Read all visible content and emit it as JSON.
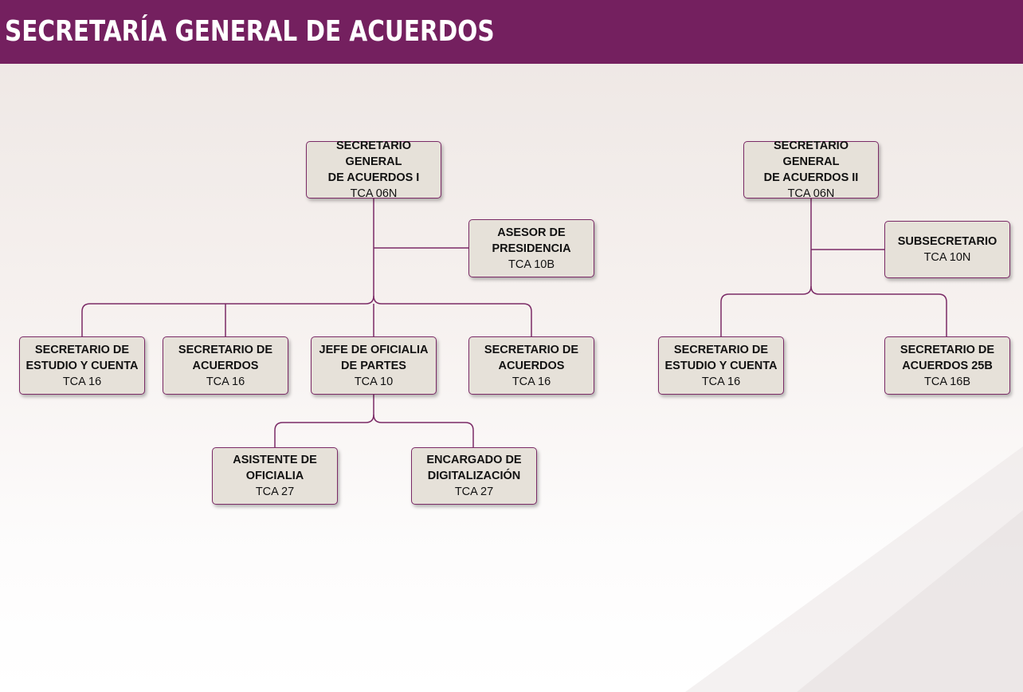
{
  "title": "SECRETARÍA GENERAL DE ACUERDOS",
  "colors": {
    "header": "#74205f",
    "box_fill": "#e6e1d9",
    "box_border": "#7b2a66",
    "line": "#7b2a66"
  },
  "nodes": {
    "sg1": {
      "title": "SECRETARIO GENERAL\nDE ACUERDOS I",
      "code": "TCA 06N"
    },
    "asesor": {
      "title": "ASESOR DE\nPRESIDENCIA",
      "code": "TCA 10B"
    },
    "sec1": {
      "title": "SECRETARIO DE\nESTUDIO Y CUENTA",
      "code": "TCA 16"
    },
    "sec2": {
      "title": "SECRETARIO DE\nACUERDOS",
      "code": "TCA 16"
    },
    "jefe": {
      "title": "JEFE DE OFICIALIA\nDE PARTES",
      "code": "TCA 10"
    },
    "sec3": {
      "title": "SECRETARIO DE\nACUERDOS",
      "code": "TCA 16"
    },
    "asist": {
      "title": "ASISTENTE DE\nOFICIALIA",
      "code": "TCA 27"
    },
    "encarg": {
      "title": "ENCARGADO DE\nDIGITALIZACIÓN",
      "code": "TCA 27"
    },
    "sg2": {
      "title": "SECRETARIO GENERAL\nDE ACUERDOS II",
      "code": "TCA 06N"
    },
    "subsec": {
      "title": "SUBSECRETARIO",
      "code": "TCA 10N"
    },
    "sec4": {
      "title": "SECRETARIO DE\nESTUDIO Y CUENTA",
      "code": "TCA 16"
    },
    "sec5": {
      "title": "SECRETARIO DE\nACUERDOS 25B",
      "code": "TCA 16B"
    }
  }
}
